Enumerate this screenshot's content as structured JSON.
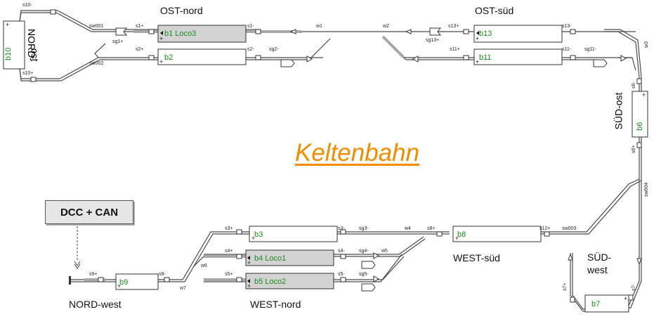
{
  "title": "Keltenbahn",
  "power": "DCC + CAN",
  "areas": {
    "ost_nord": "OST-nord",
    "ost_sued": "OST-süd",
    "nord_ost_1": "NORD-",
    "nord_ost_2": "ost",
    "sued_ost": "SÜD-ost",
    "sued_west_1": "SÜD-",
    "sued_west_2": "west",
    "west_sued": "WEST-süd",
    "west_nord": "WEST-nord",
    "nord_west": "NORD-west"
  },
  "blocks": {
    "b1": "b1 Loco3",
    "b2": "b2",
    "b3": "b3",
    "b4": "b4 Loco1",
    "b5": "b5 Loco2",
    "b6": "b6",
    "b7": "b7",
    "b8": "b8",
    "b9": "b9",
    "b10": "b10",
    "b11": "b11",
    "b13": "b13"
  },
  "sensors": {
    "s10m": "s10-",
    "s10p": "s10+",
    "s1p": "s1+",
    "s1m": "s1-",
    "s2p": "s2+",
    "s2m": "s2-",
    "s13p": "s13+",
    "s13m": "s13-",
    "s11p": "s11+",
    "s11m": "s11-",
    "sg1p": "sg1+",
    "sg2m": "sg2-",
    "sg13p": "sg13+",
    "sg11m": "sg11-",
    "s6m": "s6-",
    "s6p": "s6+",
    "s7p": "s7+",
    "s7m": "s7-",
    "s3p": "s3+",
    "s3m": "s3-",
    "s4p": "s4+",
    "s4m": "s4-",
    "s5p": "s5+",
    "s5m": "s5-",
    "sg3m": "sg3-",
    "sg4m": "sg4-",
    "sg5m": "sg5-",
    "s8p": "s8+",
    "s12p": "s12+",
    "s9p": "s9+",
    "s9m": "s9-"
  },
  "switches": {
    "sw001": "sw001",
    "sw002": "sw002",
    "sw003": "sw003",
    "sw004": "sw004",
    "w1": "w1",
    "w2": "w2",
    "w3": "w3",
    "w4": "w4",
    "w5": "w5",
    "w6": "w6",
    "w7": "w7"
  },
  "colors": {
    "track": "#4a4a4a",
    "occupied": "#a8a8a8",
    "block_fill": "#ffffff",
    "block_occupied_fill": "#d3d3d3",
    "block_label": "#1a8c1a",
    "title": "#f08c00"
  }
}
